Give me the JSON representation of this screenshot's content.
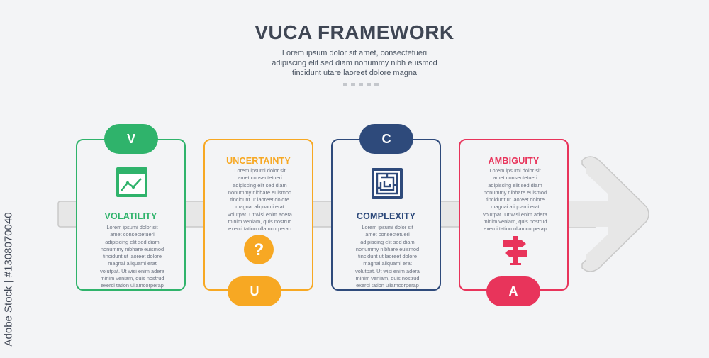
{
  "title": "VUCA FRAMEWORK",
  "subtitle": [
    "Lorem ipsum dolor sit amet, consectetueri",
    "adipiscing elit sed diam nonummy nibh euismod",
    "tincidunt utare laoreet dolore magna"
  ],
  "colors": {
    "volatility": "#2fb36b",
    "uncertainty": "#f7a823",
    "complexity": "#2e4a7b",
    "ambiguity": "#e8345b",
    "arrow": "#e7e7e7"
  },
  "items": [
    {
      "letter": "V",
      "title": "VOLATILITY",
      "icon": "chart-window-icon",
      "body": [
        "Lorem ipsumi dolor sit",
        "amet consectetueri",
        "adipiscing elit sed diam",
        "nonummy nibhare euismod",
        "tincidunt ut laoreet dolore",
        "magnai aliquami erat",
        "volutpat. Ut wisi enim adera",
        "minim veniam, quis nostrud",
        "exerci tation ullamcorperap"
      ]
    },
    {
      "letter": "U",
      "title": "UNCERTAINTY",
      "icon": "question-icon",
      "body": [
        "Lorem ipsumi dolor sit",
        "amet consectetueri",
        "adipiscing elit sed diam",
        "nonummy nibhare euismod",
        "tincidunt ut laoreet dolore",
        "magnai aliquami erat",
        "volutpat. Ut wisi enim adera",
        "minim veniam, quis nostrud",
        "exerci tation ullamcorperap"
      ]
    },
    {
      "letter": "C",
      "title": "COMPLEXITY",
      "icon": "maze-icon",
      "body": [
        "Lorem ipsumi dolor sit",
        "amet consectetueri",
        "adipiscing elit sed diam",
        "nonummy nibhare euismod",
        "tincidunt ut laoreet dolore",
        "magnai aliquami erat",
        "volutpat. Ut wisi enim adera",
        "minim veniam, quis nostrud",
        "exerci tation ullamcorperap"
      ]
    },
    {
      "letter": "A",
      "title": "AMBIGUITY",
      "icon": "signpost-icon",
      "body": [
        "Lorem ipsumi dolor sit",
        "amet consectetueri",
        "adipiscing elit sed diam",
        "nonummy nibhare euismod",
        "tincidunt ut laoreet dolore",
        "magnai aliquami erat",
        "volutpat. Ut wisi enim adera",
        "minim veniam, quis nostrud",
        "exerci tation ullamcorperap"
      ]
    }
  ],
  "watermark": {
    "vertical": "Adobe Stock | #1308070040"
  }
}
